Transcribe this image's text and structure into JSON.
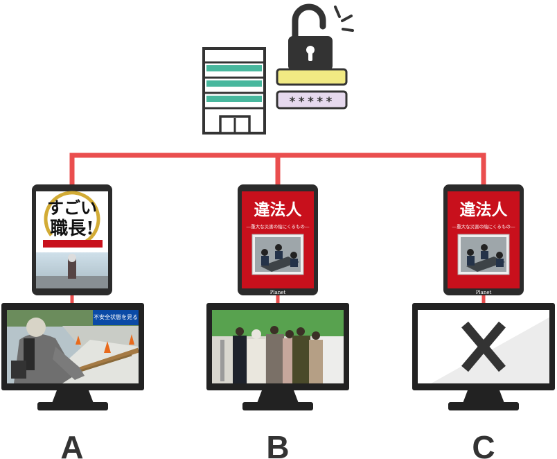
{
  "diagram": {
    "password_mask": "*****",
    "clients": [
      {
        "label": "A",
        "tablet": {
          "title_line1": "すごい",
          "title_line2": "職長!",
          "banner": ""
        },
        "monitor": {
          "caption": "不安全状態を見る"
        }
      },
      {
        "label": "B",
        "tablet": {
          "title": "違法人",
          "subtitle": "―重大な災害の陰にくるもの―",
          "footer": "Planet"
        },
        "monitor": {
          "state": "playing"
        }
      },
      {
        "label": "C",
        "tablet": {
          "title": "違法人",
          "subtitle": "―重大な災害の陰にくるもの―",
          "footer": "Planet"
        },
        "monitor": {
          "state": "blocked"
        }
      }
    ]
  },
  "colors": {
    "connector": "#ea4e4e",
    "outline": "#333333",
    "server_stripe": "#48b79d",
    "login_field": "#f1ea83",
    "password_field": "#e6d9ee",
    "tablet_red": "#c8101c",
    "site_green": "#58a24f"
  }
}
